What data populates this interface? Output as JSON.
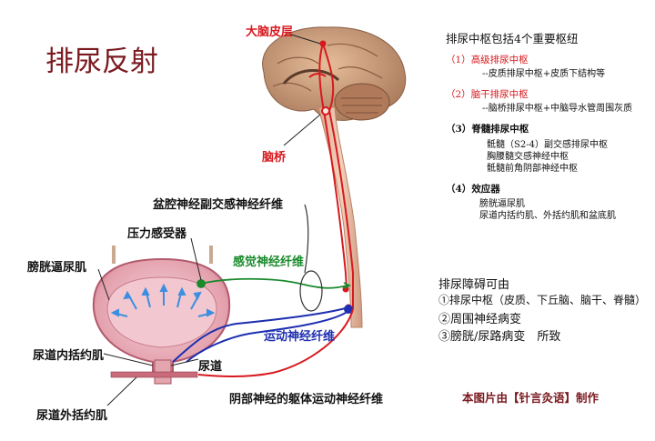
{
  "title": "排尿反射",
  "diagram": {
    "cortex": "大脑皮层",
    "pons": "脑桥",
    "pelvic_nerve": "盆腔神经副交感神经纤维",
    "pressure_receptor": "压力感受器",
    "sensory_fiber": "感觉神经纤维",
    "detrusor": "膀胱逼尿肌",
    "motor_fiber": "运动神经纤维",
    "internal_sphincter": "尿道内括约肌",
    "urethra": "尿道",
    "pudendal_nerve": "阴部神经的躯体运动神经纤维",
    "external_sphincter": "尿道外括约肌"
  },
  "centers": {
    "heading": "排尿中枢包括4个重要枢纽",
    "items": [
      {
        "num": "（1）",
        "name": "高级排尿中枢",
        "lines": [
          "--皮质排尿中枢+皮质下结构等"
        ]
      },
      {
        "num": "（2）",
        "name": "脑干排尿中枢",
        "lines": [
          "--脑桥排尿中枢+中脑导水管周围灰质"
        ]
      },
      {
        "num": "（3）",
        "name": "脊髓排尿中枢",
        "lines": [
          "骶髓（S2-4）副交感排尿中枢",
          "胸腰髓交感神经中枢",
          "骶髓前角阴部神经中枢"
        ]
      },
      {
        "num": "（4）",
        "name": "效应器",
        "lines": [
          "膀胱逼尿肌",
          "尿道内括约肌、外括约肌和盆底肌"
        ]
      }
    ]
  },
  "disorders": {
    "heading": "排尿障碍可由",
    "items": [
      "①排尿中枢（皮质、下丘脑、脑干、脊髓）",
      "②周围神经病变",
      "③膀胱/尿路病变　所致"
    ]
  },
  "credit": "本图片由【针言灸语】制作",
  "colors": {
    "title": "#7a1a1f",
    "red": "#d7191e",
    "green": "#1a8a2c",
    "blue": "#1e2fb0",
    "bladder": "#d98c98"
  }
}
